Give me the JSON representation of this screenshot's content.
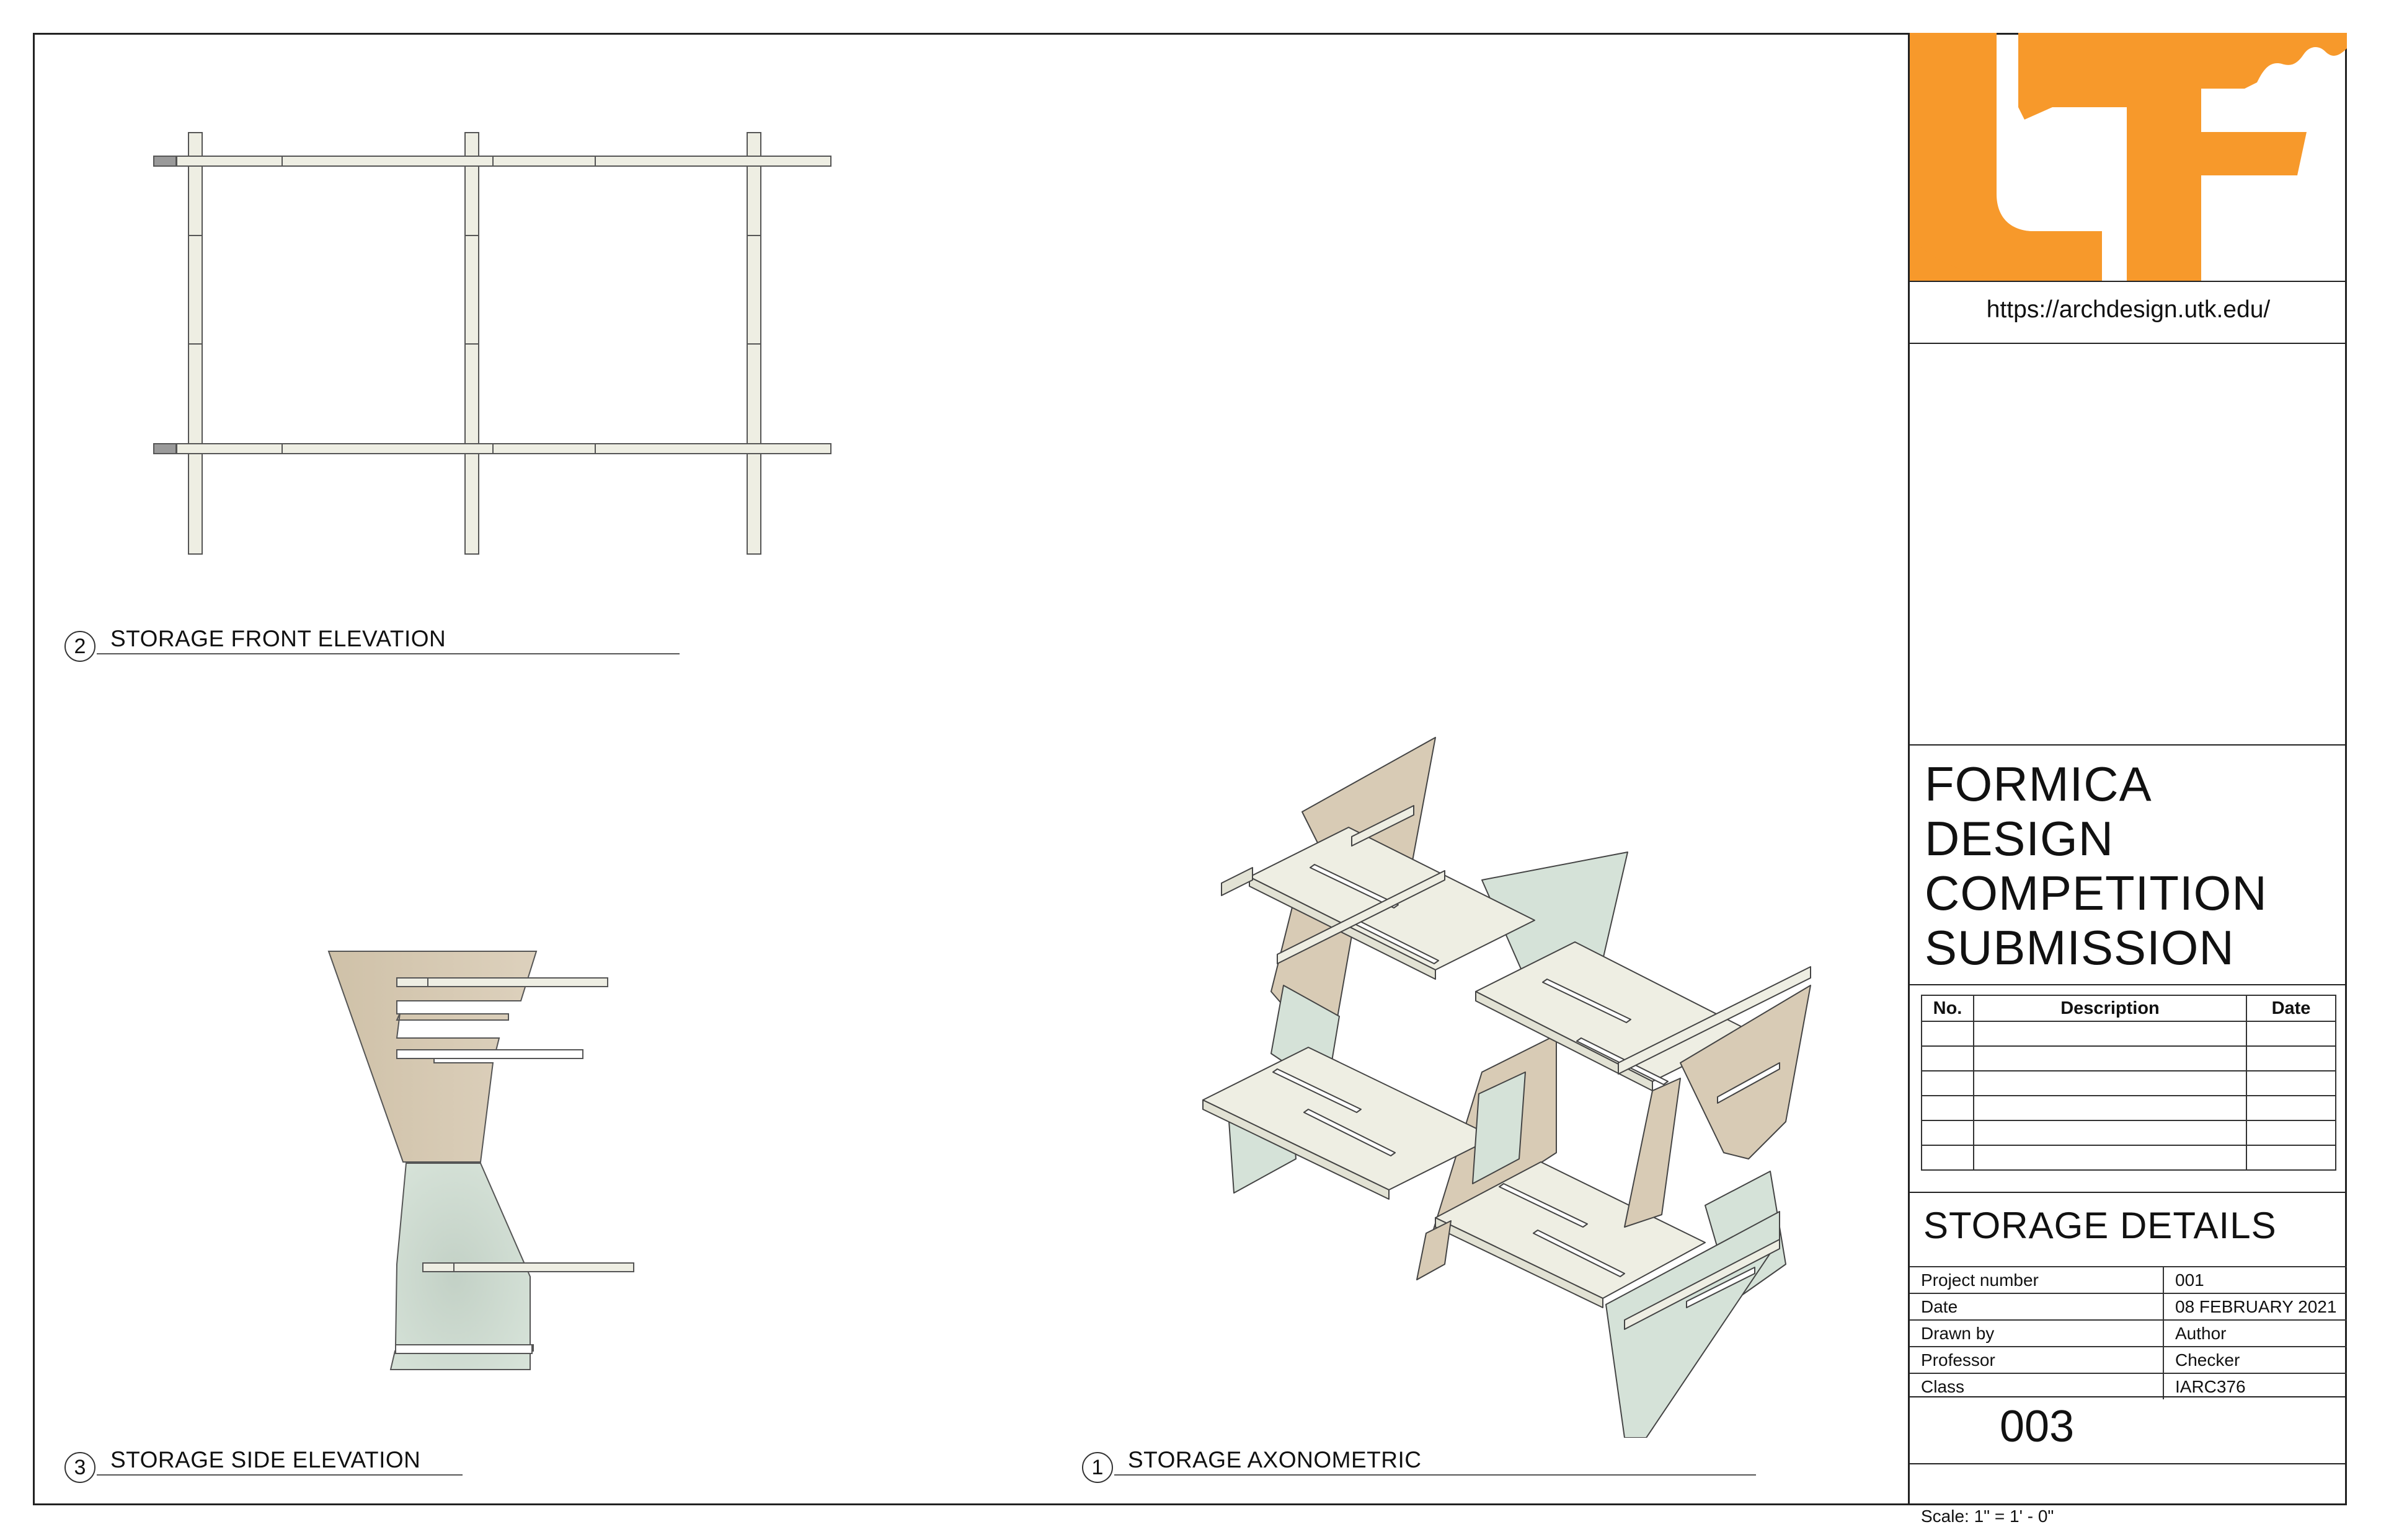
{
  "title_block": {
    "url": "https://archdesign.utk.edu/",
    "title_lines": [
      "FORMICA",
      "DESIGN",
      "COMPETITION",
      "SUBMISSION"
    ],
    "revision_table": {
      "headers": [
        "No.",
        "Description",
        "Date"
      ],
      "rows": [
        [
          "",
          "",
          ""
        ],
        [
          "",
          "",
          ""
        ],
        [
          "",
          "",
          ""
        ],
        [
          "",
          "",
          ""
        ],
        [
          "",
          "",
          ""
        ],
        [
          "",
          "",
          ""
        ]
      ]
    },
    "sheet_name": "STORAGE DETAILS",
    "info": {
      "project_number_label": "Project number",
      "project_number": "001",
      "date_label": "Date",
      "date": "08 FEBRUARY 2021",
      "drawn_by_label": "Drawn by",
      "drawn_by": "Author",
      "professor_label": "Professor",
      "professor": "Checker",
      "class_label": "Class",
      "class": "IARC376"
    },
    "sheet_number": "003",
    "scale": "Scale:   1\" = 1' - 0\"",
    "logo_color": "#F7992B"
  },
  "views": {
    "front": {
      "number": "2",
      "title": "STORAGE FRONT ELEVATION"
    },
    "side": {
      "number": "3",
      "title": "STORAGE SIDE ELEVATION"
    },
    "axon": {
      "number": "1",
      "title": "STORAGE AXONOMETRIC"
    }
  },
  "colors": {
    "shelf": "#EEEEE3",
    "wood": "#D8CBB5",
    "sage": "#D5E2D8",
    "line": "#333333"
  }
}
